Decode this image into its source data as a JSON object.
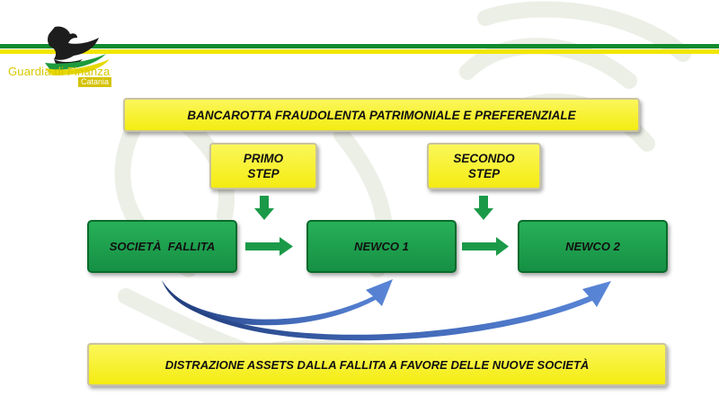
{
  "header": {
    "logo_text": "Guardia di Finanza",
    "logo_subtext": "Catania"
  },
  "diagram": {
    "title": "BANCAROTTA FRAUDOLENTA PATRIMONIALE E PREFERENZIALE",
    "step1": {
      "line1": "PRIMO",
      "line2": "STEP"
    },
    "step2": {
      "line1": "SECONDO",
      "line2": "STEP"
    },
    "nodes": [
      "SOCIETÀ  FALLITA",
      "NEWCO 1",
      "NEWCO 2"
    ],
    "footer": "DISTRAZIONE ASSETS DALLA FALLITA A FAVORE DELLE NUOVE SOCIETÀ"
  },
  "colors": {
    "brand_green": "#0f8a2e",
    "brand_yellow": "#f2e600",
    "box_green": "#1fa04c",
    "box_yellow": "#f7f03a",
    "arrow_green": "#1a9a48",
    "curve_blue": "#3a5ea8"
  }
}
